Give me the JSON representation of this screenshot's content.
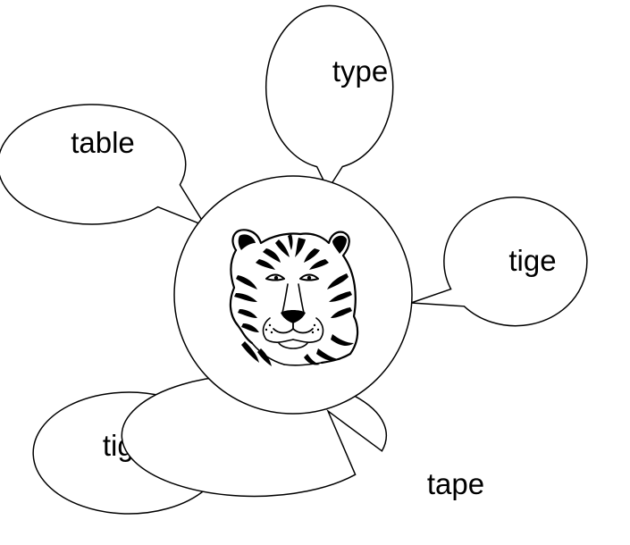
{
  "center": {
    "icon": "tiger-head-icon"
  },
  "bubbles": [
    {
      "id": "table",
      "word": "table"
    },
    {
      "id": "type",
      "word": "type"
    },
    {
      "id": "tige",
      "word": "tige"
    },
    {
      "id": "tigre",
      "word": "tigre"
    },
    {
      "id": "tape",
      "word": "tape"
    }
  ],
  "colors": {
    "stroke": "#000000",
    "background": "#ffffff"
  }
}
